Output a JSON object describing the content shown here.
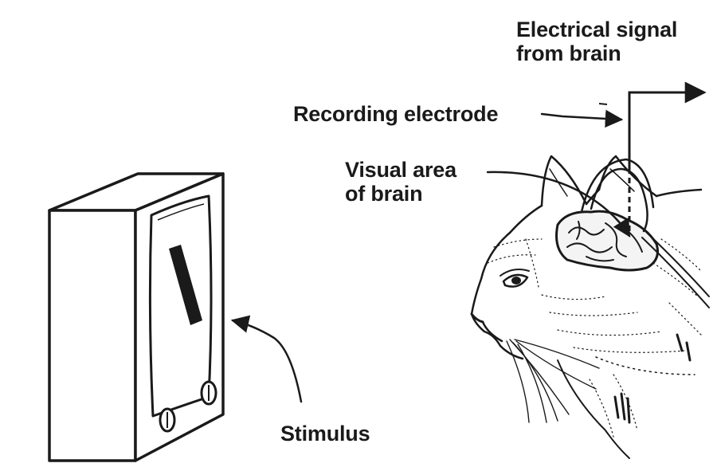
{
  "labels": {
    "signal_line1": "Electrical signal",
    "signal_line2": "from brain",
    "electrode": "Recording electrode",
    "visual_line1": "Visual area",
    "visual_line2": "of brain",
    "stimulus": "Stimulus"
  },
  "colors": {
    "ink": "#1a1a1a",
    "paper": "#ffffff"
  }
}
